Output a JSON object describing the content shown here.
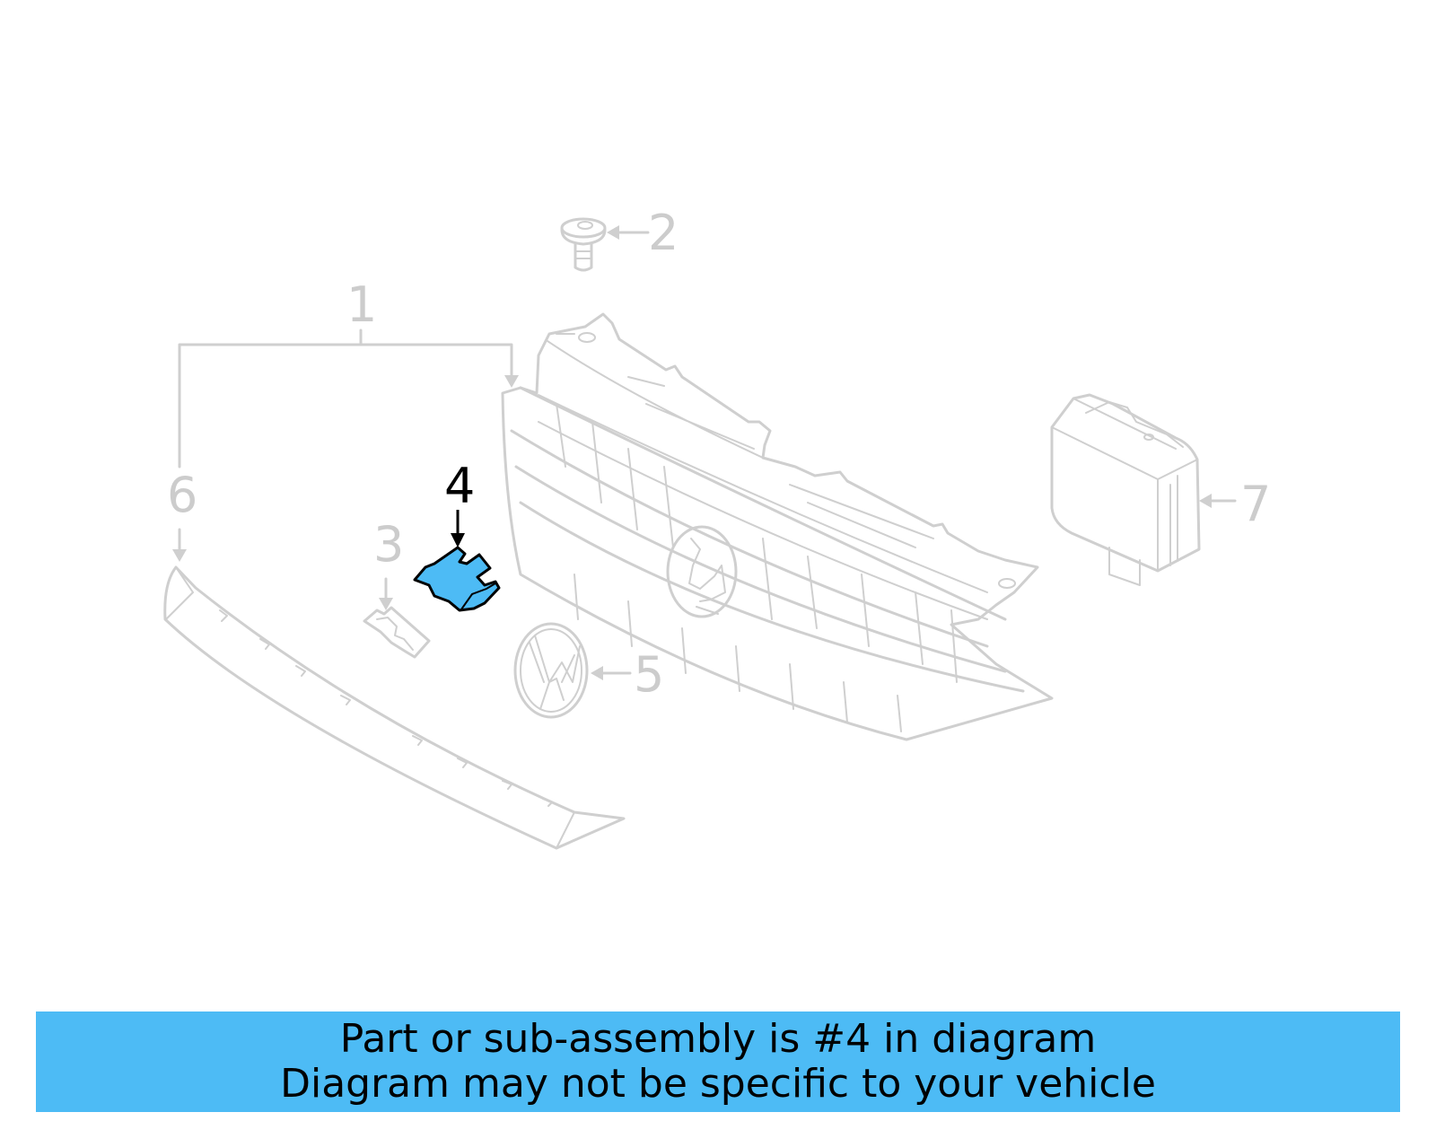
{
  "diagram": {
    "highlight_color": "#4dbbf5",
    "line_color": "#cfcfcf",
    "callouts": [
      {
        "number": "1",
        "part": "grille-assembly",
        "highlighted": false
      },
      {
        "number": "2",
        "part": "screw",
        "highlighted": false
      },
      {
        "number": "3",
        "part": "bracket-clip",
        "highlighted": false
      },
      {
        "number": "4",
        "part": "bracket",
        "highlighted": true
      },
      {
        "number": "5",
        "part": "vw-emblem",
        "highlighted": false
      },
      {
        "number": "6",
        "part": "lower-molding-strip",
        "highlighted": false
      },
      {
        "number": "7",
        "part": "radar-sensor-module",
        "highlighted": false
      }
    ]
  },
  "banner": {
    "background_color": "#4dbbf5",
    "line1": "Part or sub-assembly is #4 in diagram",
    "line2": "Diagram may not be specific to your vehicle"
  }
}
